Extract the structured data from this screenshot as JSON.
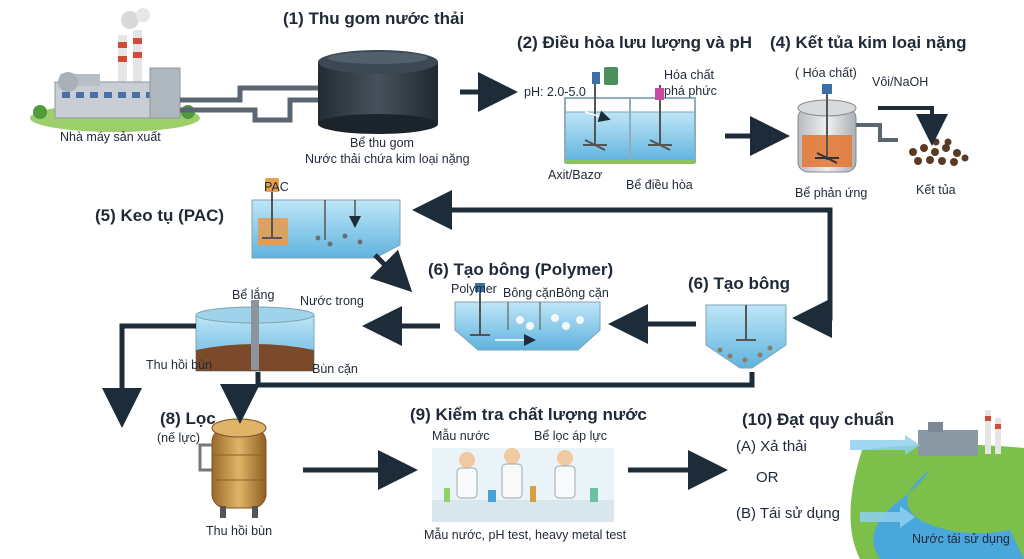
{
  "steps": {
    "s1": "(1) Thu gom nước thải",
    "s2": "(2) Điều hòa lưu lượng và pH",
    "s4": "(4) Kết tủa kim loại nặng",
    "s5": "(5) Keo tụ (PAC)",
    "s6a": "(6) Tạo bông (Polymer)",
    "s6b": "(6) Tạo bông",
    "s8": "(8) Lọc",
    "s9": "(9) Kiểm tra chất lượng nước",
    "s10": "(10) Đạt quy chuẩn"
  },
  "labels": {
    "factory": "Nhà máy sản xuất",
    "collect_tank": "Bể thu gom",
    "collect_desc": "Nước thải chứa kim loại nặng",
    "ph_range": "pH: 2.0-5.0",
    "chemical": "Hóa chất",
    "complex_break": "phá phức",
    "acid_base": "Axit/Bazơ",
    "equalization_tank": "Bể điều hòa",
    "chemical_paren": "( Hóa chất)",
    "lime_naoh": "Vôi/NaOH",
    "reactor": "Bể phản ứng",
    "precipitate": "Kết tủa",
    "pac": "PAC",
    "polymer": "Polymer",
    "floc1": "Bông cặn",
    "floc2": "Bông cặn",
    "settling_tank": "Bể lắng",
    "clear_water": "Nước trong",
    "sludge_recovery": "Thu hồi bùn",
    "sludge": "Bùn cặn",
    "cartridge": "(nế lực)",
    "sludge_recovery_2": "Thu hồi bùn",
    "water_sample": "Mẫu nước",
    "pressure_filter": "Bể lọc áp lực",
    "tests": "Mẫu nước,  pH test, heavy metal test",
    "option_a": "(A) Xả thải",
    "or": "OR",
    "option_b": "(B) Tái sử dụng",
    "reuse_water": "Nước tái sử dụng"
  },
  "colors": {
    "arrow": "#1e2b38",
    "water": "#7cc6e8",
    "tank_dark": "#2f3a44",
    "sludge": "#7a4a2a",
    "filter": "#c8954a",
    "grass": "#7cbf4a"
  }
}
